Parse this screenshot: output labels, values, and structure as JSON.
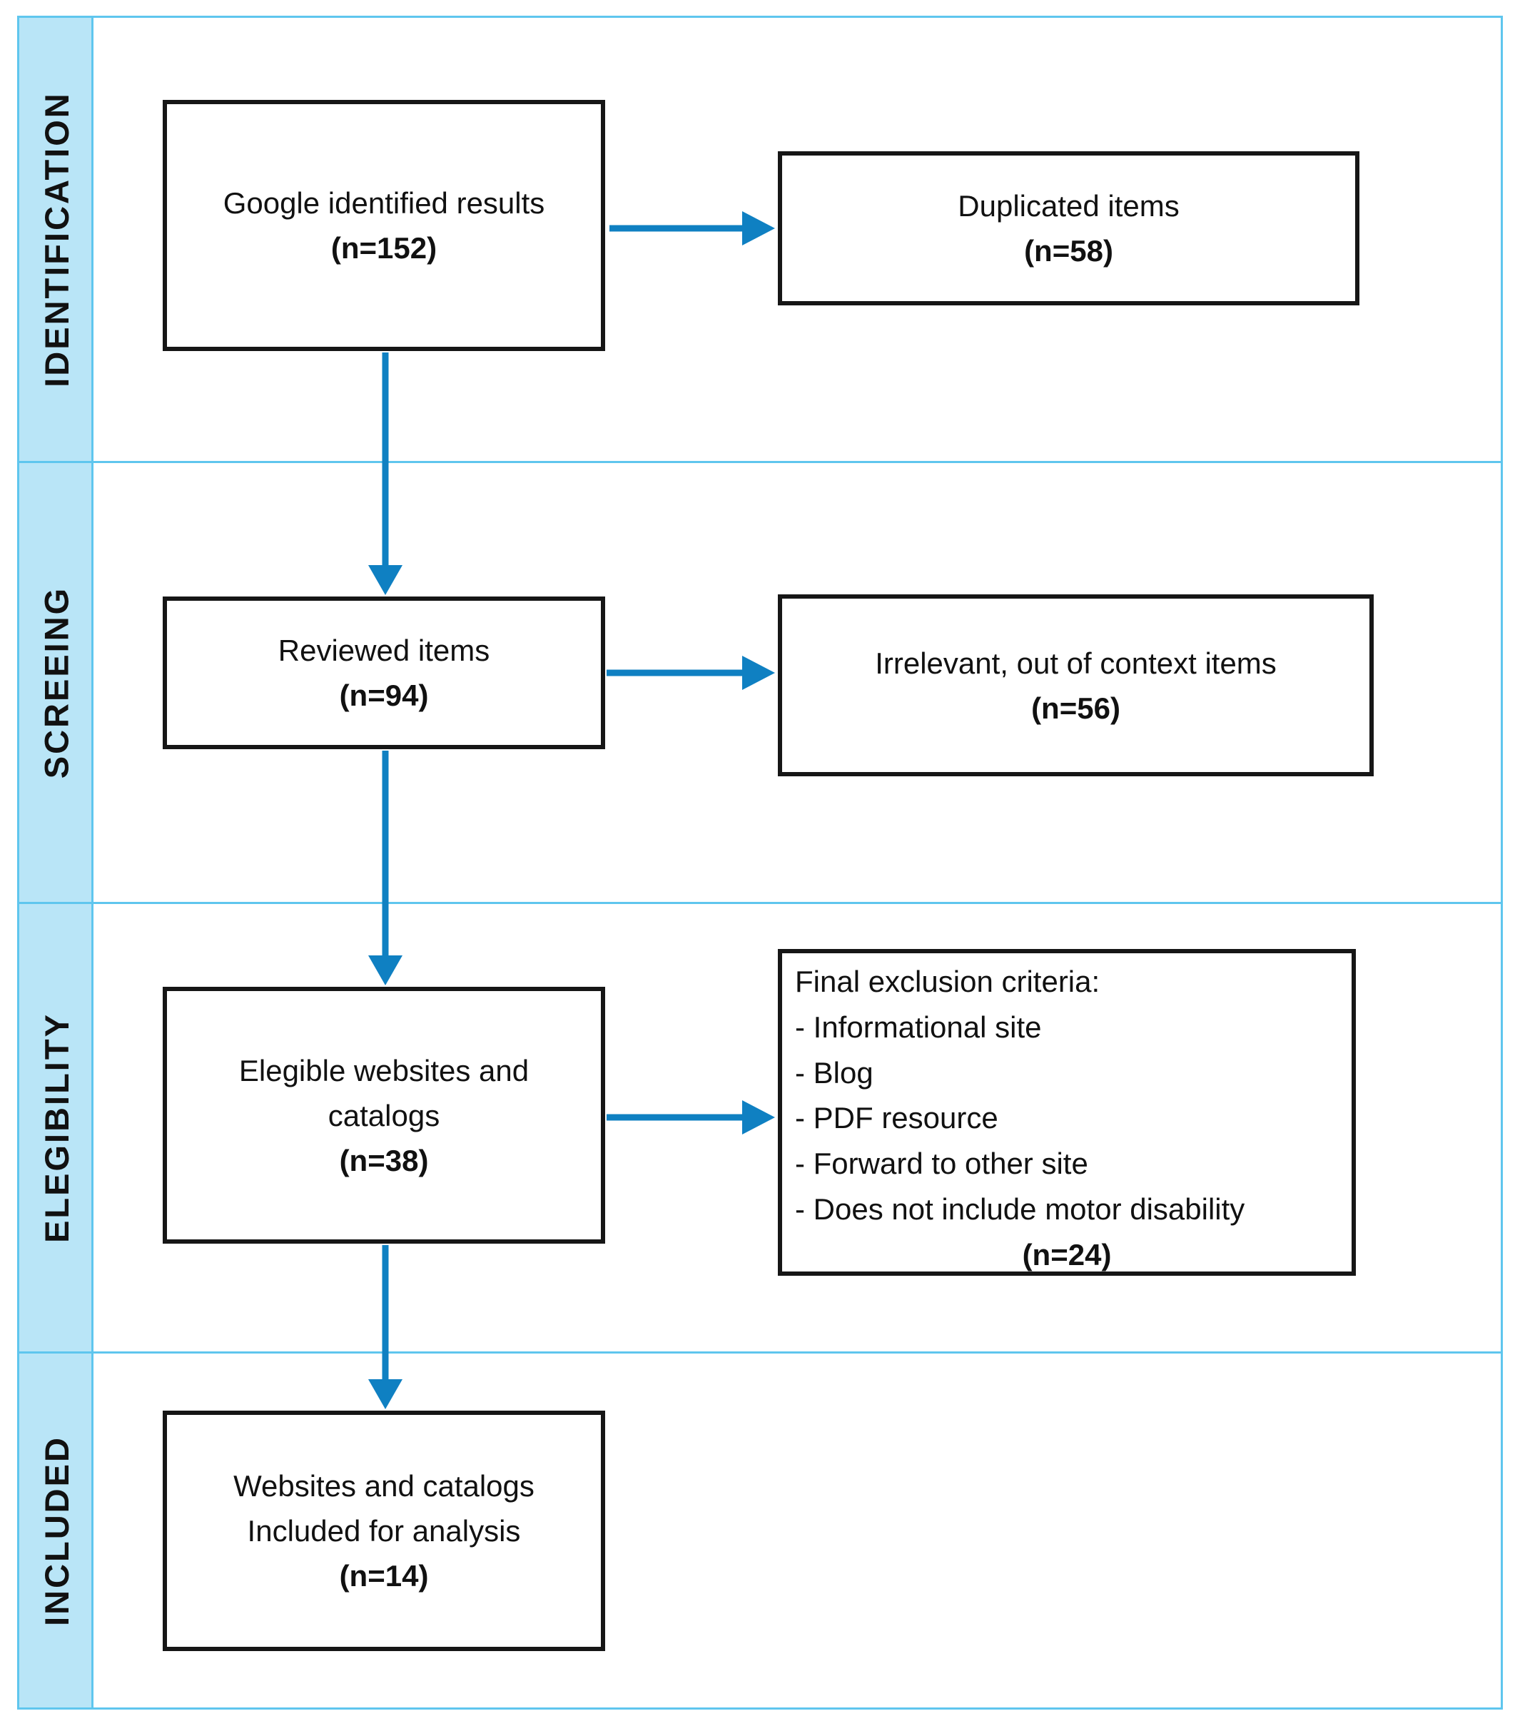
{
  "figure": {
    "type": "prisma-flow-diagram",
    "stages": [
      "IDENTIFICATION",
      "SCREEING",
      "ELEGIBILITY",
      "INCLUDED"
    ],
    "boxes": {
      "identified": {
        "label": "Google identified results",
        "count": "(n=152)"
      },
      "duplicated": {
        "label": "Duplicated items",
        "count": "(n=58)"
      },
      "reviewed": {
        "label": "Reviewed items",
        "count": "(n=94)"
      },
      "irrelevant": {
        "label": "Irrelevant, out of context items",
        "count": "(n=56)"
      },
      "eligible": {
        "line1": "Elegible websites and",
        "line2": "catalogs",
        "count": "(n=38)"
      },
      "exclusion": {
        "title": "Final exclusion criteria:",
        "items": [
          "- Informational site",
          "- Blog",
          "- PDF resource",
          "- Forward to other site",
          "- Does not include motor disability"
        ],
        "count": "(n=24)"
      },
      "included": {
        "line1": "Websites and catalogs",
        "line2": "Included for analysis",
        "count": "(n=14)"
      }
    },
    "colors": {
      "sidebar_fill": "#b9e5f7",
      "grid_line": "#5fc6ee",
      "arrow": "#0f80c2",
      "box_border": "#161616",
      "text": "#111111"
    }
  }
}
